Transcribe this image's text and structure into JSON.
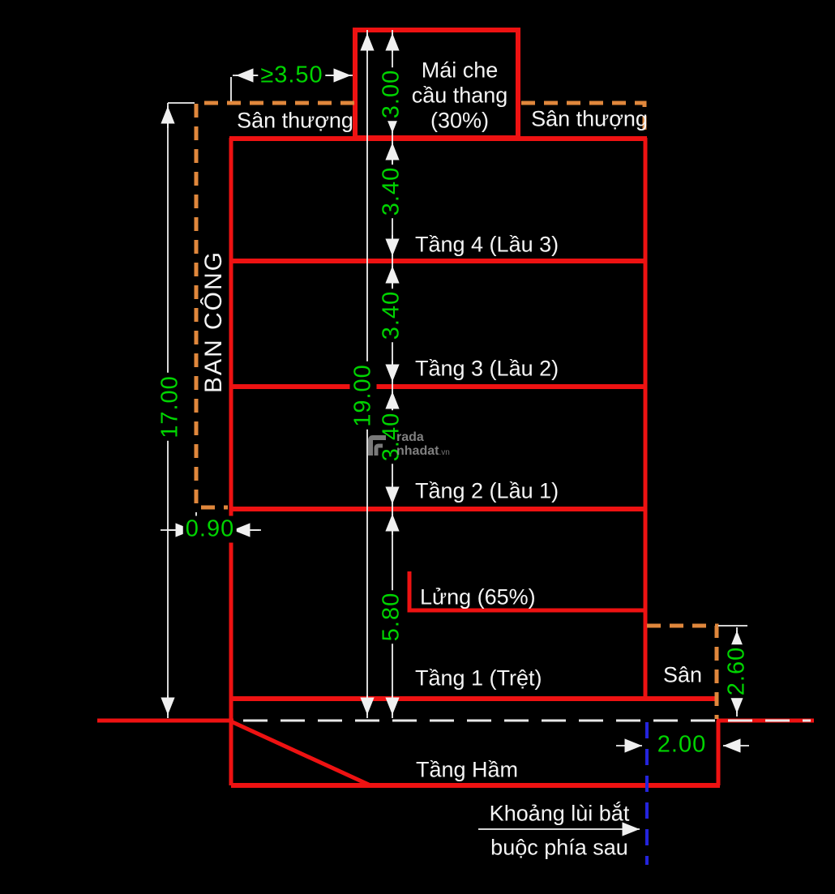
{
  "colors": {
    "background": "#000000",
    "red": "#ee1212",
    "orange": "#e0873c",
    "green": "#00d400",
    "white": "#f2f2f2",
    "blue": "#2424dd",
    "watermark_gray": "#969696"
  },
  "labels": {
    "roof_cover_line1": "Mái che",
    "roof_cover_line2": "cầu thang",
    "roof_cover_line3": "(30%)",
    "terrace_left": "Sân thượng",
    "terrace_right": "Sân thượng",
    "floor4": "Tầng 4 (Lầu 3)",
    "floor3": "Tầng 3 (Lầu 2)",
    "floor2": "Tầng 2 (Lầu 1)",
    "mezzanine": "Lửng (65%)",
    "floor1": "Tầng 1 (Trệt)",
    "yard": "Sân",
    "basement": "Tầng Hầm",
    "balcony": "BAN CÔNG",
    "rear_setback_note_line1": "Khoảng lùi bắt",
    "rear_setback_note_line2": "buộc phía sau"
  },
  "dimensions": {
    "roof_setback": "≥3.50",
    "roof_cover_height": "3.00",
    "total_height": "19.00",
    "floor4_height": "3.40",
    "floor3_height": "3.40",
    "floor2_height": "3.40",
    "floor1_height": "5.80",
    "front_height": "17.00",
    "balcony_depth": "0.90",
    "yard_height": "2.60",
    "rear_setback": "2.00"
  },
  "watermark": {
    "line1": "rada",
    "line2": "nhadat",
    "suffix": ".vn"
  }
}
